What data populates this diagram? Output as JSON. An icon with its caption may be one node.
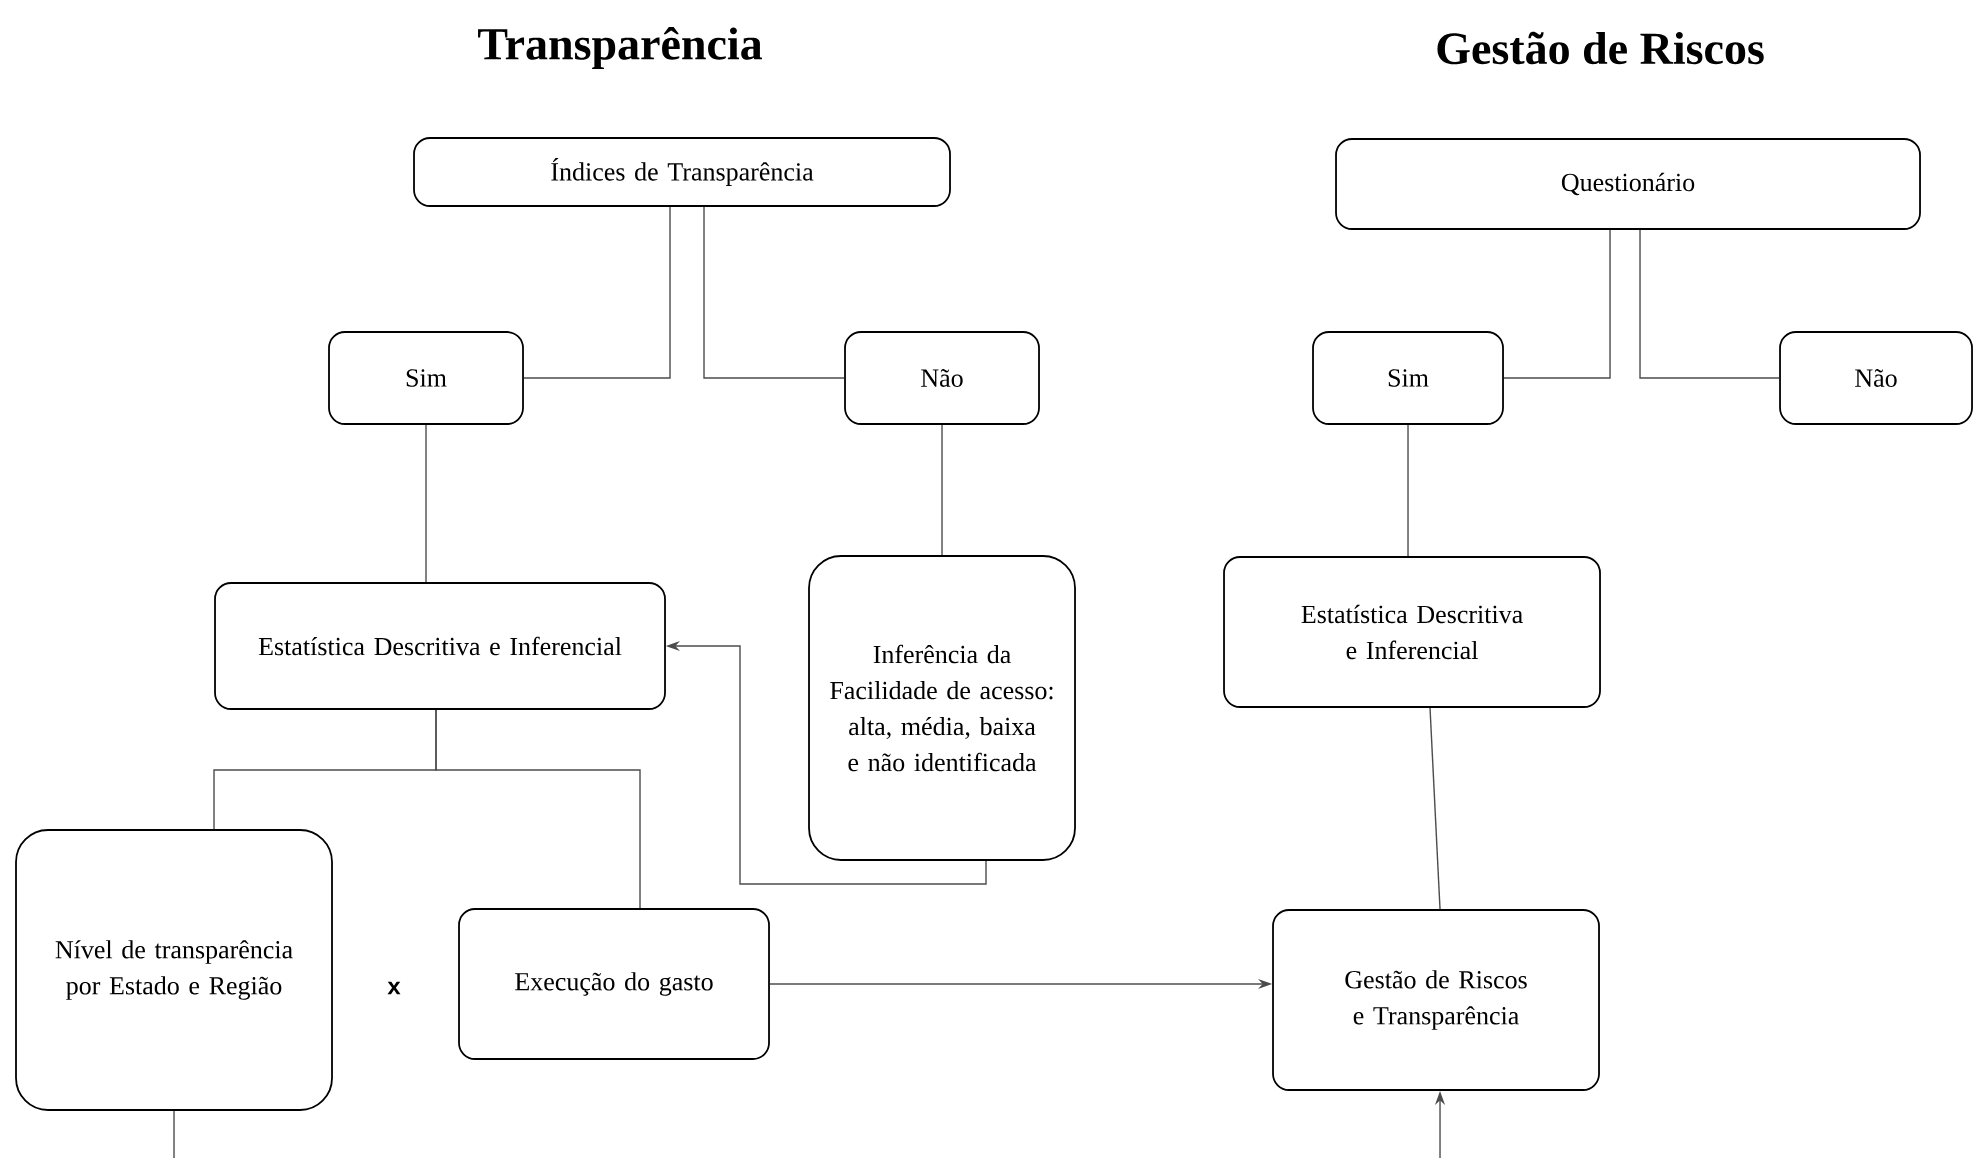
{
  "diagram": {
    "nodes": [
      {
        "text": [
          "Índices de Transparência"
        ]
      },
      {
        "text": [
          "Sim"
        ]
      },
      {
        "text": [
          "Não"
        ]
      },
      {
        "text": [
          "Estatística Descritiva e Inferencial"
        ]
      },
      {
        "text": [
          "Inferência da Facilidade de acesso: alta, média, baixa e não identificada"
        ]
      },
      {
        "text": [
          "Nível de transparência por Estado e Região"
        ]
      },
      {
        "text": [
          "Execução do gasto"
        ]
      },
      {
        "text": [
          "Questionário"
        ]
      },
      {
        "text": [
          "Sim"
        ]
      },
      {
        "text": [
          "Não"
        ]
      },
      {
        "text": [
          "Estatística Descritiva e Inferencial"
        ]
      },
      {
        "text": [
          "Gestão de Riscos e Transparência"
        ]
      }
    ],
    "edges": [
      {
        "from": 0,
        "to": 1,
        "arrow": "none"
      },
      {
        "from": 0,
        "to": 2,
        "arrow": "none"
      },
      {
        "from": 1,
        "to": 3,
        "arrow": "none"
      },
      {
        "from": 2,
        "to": 4,
        "arrow": "none"
      },
      {
        "from": 4,
        "to": 3,
        "arrow": "to"
      },
      {
        "from": 3,
        "to": 5,
        "arrow": "none"
      },
      {
        "from": 3,
        "to": 6,
        "arrow": "none"
      },
      {
        "from": 6,
        "to": 11,
        "arrow": "to"
      },
      {
        "from": 7,
        "to": 8,
        "arrow": "none"
      },
      {
        "from": 7,
        "to": 9,
        "arrow": "none"
      },
      {
        "from": 8,
        "to": 10,
        "arrow": "none"
      },
      {
        "from": 10,
        "to": 11,
        "arrow": "none"
      },
      {
        "from": 5,
        "to": null,
        "arrow": "none"
      },
      {
        "from": null,
        "to": 11,
        "arrow": "to"
      }
    ],
    "labels": [
      "Transparência",
      "Gestão de Riscos",
      "x"
    ]
  }
}
